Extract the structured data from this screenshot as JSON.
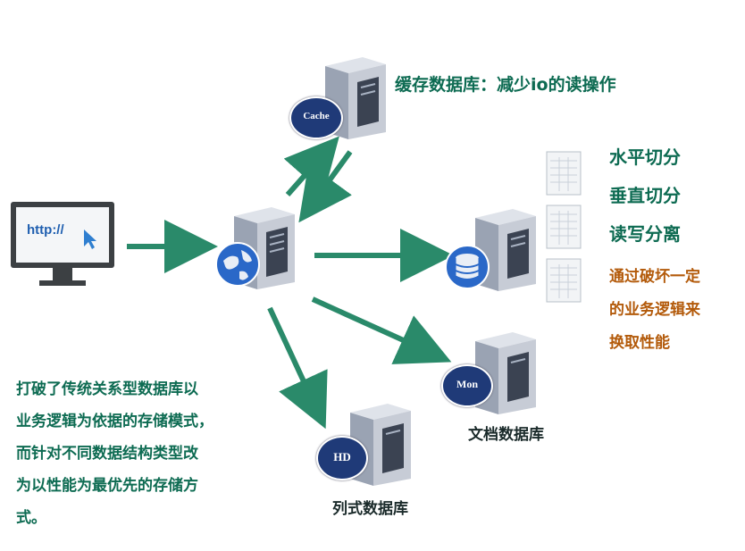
{
  "browser": {
    "url_text": "http://"
  },
  "servers": {
    "cache_badge": "Cache",
    "mon_badge": "Mon",
    "hd_badge": "HD"
  },
  "labels": {
    "cache_caption": "缓存数据库：减少io的读操作",
    "shard_horizontal": "水平切分",
    "shard_vertical": "垂直切分",
    "rw_split": "读写分离",
    "tradeoff": [
      "通过破坏一定",
      "的业务逻辑来",
      "换取性能"
    ],
    "document_db": "文档数据库",
    "columnar_db": "列式数据库"
  },
  "nosql_note": [
    "打破了传统关系型数据库以",
    "业务逻辑为依据的存储模式，",
    "而针对不同数据结构类型改",
    "为以性能为最优先的存储方",
    "式。"
  ],
  "colors": {
    "arrow": "#2a8a6a",
    "green_text": "#0d6b52",
    "orange_text": "#b35a0a",
    "badge": "#1f3a78"
  }
}
